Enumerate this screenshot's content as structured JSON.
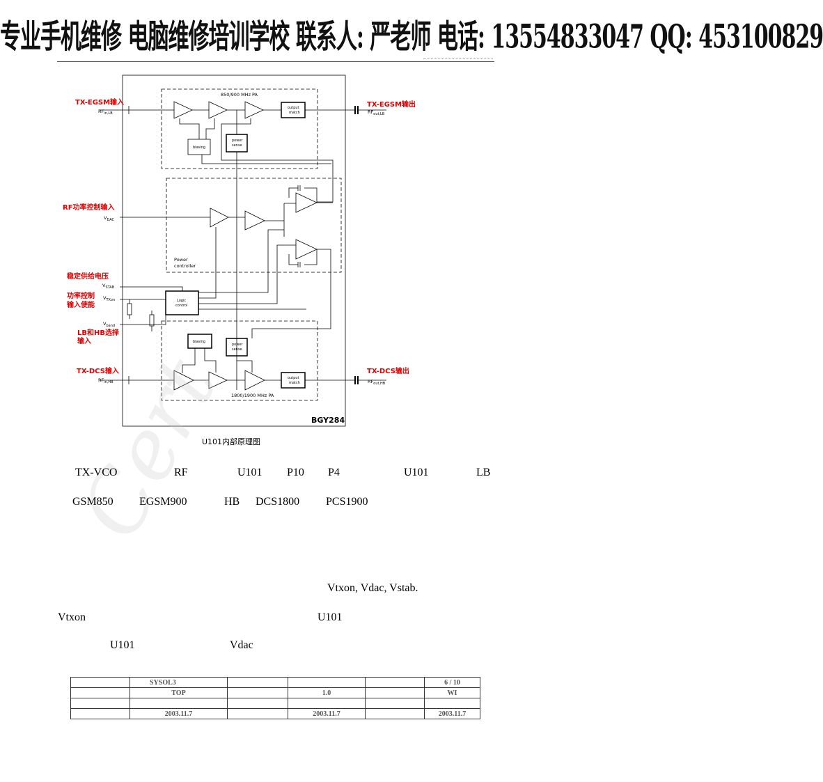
{
  "header": {
    "banner": "专业手机维修 电脑维修培训学校   联系人: 严老师   电话: 13554833047   QQ: 453100829"
  },
  "diagram": {
    "labels": {
      "tx_egsm_in": "TX-EGSM输入",
      "tx_egsm_out": "TX-EGSM输出",
      "rf_power_ctrl_in": "RF功率控制输入",
      "stable_supply": "稳定供给电压",
      "power_ctrl_enable_1": "功率控制",
      "power_ctrl_enable_2": "输入使能",
      "lb_hb_select_1": "LB和HB选择",
      "lb_hb_select_2": "输入",
      "tx_dcs_in": "TX-DCS输入",
      "tx_dcs_out": "TX-DCS输出"
    },
    "pins": {
      "rf_in_lb": "RF",
      "rf_in_lb_sub": "in,LB",
      "rf_out_lb": "RF",
      "rf_out_lb_sub": "out,LB",
      "vdac": "V",
      "vdac_sub": "DAC",
      "vstab": "V",
      "vstab_sub": "STAB",
      "vtxon": "V",
      "vtxon_sub": "TXon",
      "vband": "V",
      "vband_sub": "band",
      "rf_in_hb": "RF",
      "rf_in_hb_sub": "in,HB",
      "rf_out_hb": "RF",
      "rf_out_hb_sub": "out,HB"
    },
    "blocks": {
      "pa_lb": "850/900 MHz PA",
      "pa_hb": "1800/1900 MHz PA",
      "output_match_1": "output",
      "output_match_2": "match",
      "biasing": "biasing",
      "power_sense_1": "power",
      "power_sense_2": "sense",
      "power_controller_1": "Power",
      "power_controller_2": "controller",
      "logic_control_1": "Logic",
      "logic_control_2": "control",
      "chip": "BGY284"
    },
    "caption": "U101内部原理图"
  },
  "body": {
    "line1": [
      "TX-VCO",
      "RF",
      "U101",
      "P10",
      "P4",
      "U101",
      "LB"
    ],
    "line2": [
      "GSM850",
      "EGSM900",
      "HB",
      "DCS1800",
      "PCS1900"
    ],
    "line3": "Vtxon, Vdac, Vstab.",
    "line4": [
      "Vtxon",
      "U101"
    ],
    "line5": [
      "U101",
      "Vdac"
    ]
  },
  "footer_table": {
    "rows": [
      [
        "",
        "SYSOL3",
        "",
        "",
        "",
        "6 / 10"
      ],
      [
        "",
        "TOP",
        "",
        "1.0",
        "",
        "WI"
      ],
      [
        "",
        "",
        "",
        "",
        "",
        ""
      ],
      [
        "",
        "2003.11.7",
        "",
        "2003.11.7",
        "",
        "2003.11.7"
      ]
    ]
  }
}
